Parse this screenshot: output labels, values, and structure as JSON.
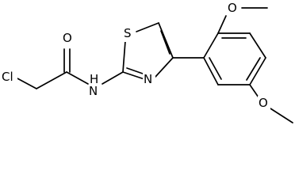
{
  "molecule": {
    "labels": {
      "cl": "Cl",
      "o_carbonyl": "O",
      "nh": "H",
      "nh_n": "N",
      "s": "S",
      "n_ring": "N",
      "o_methoxy_top": "O",
      "o_methoxy_bottom": "O"
    }
  },
  "colors": {
    "bond": "#000000",
    "background": "#ffffff"
  }
}
